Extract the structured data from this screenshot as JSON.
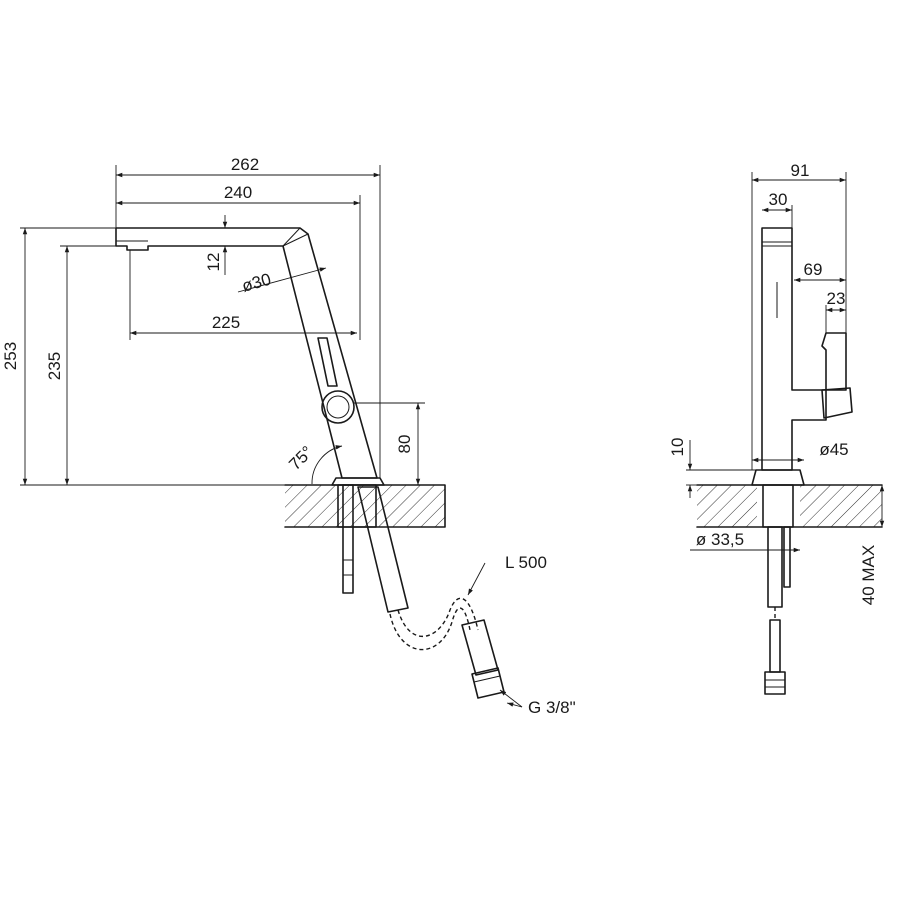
{
  "side_view": {
    "dims": {
      "overall_width": "262",
      "spout_reach_top": "240",
      "spout_reach_outlet": "225",
      "spout_thickness": "12",
      "spout_diameter": "ø30",
      "overall_height": "253",
      "outlet_height": "235",
      "lever_height": "80",
      "angle": "75°"
    },
    "hose_length": "L 500",
    "connector_thread": "G 3/8\""
  },
  "front_view": {
    "dims": {
      "overall_depth": "91",
      "spout_width": "30",
      "lever_offset": "69",
      "lever_width": "23",
      "base_diameter": "ø45",
      "base_height": "10",
      "shank_diameter": "ø 33,5",
      "deck_thickness_max": "40 MAX"
    }
  }
}
